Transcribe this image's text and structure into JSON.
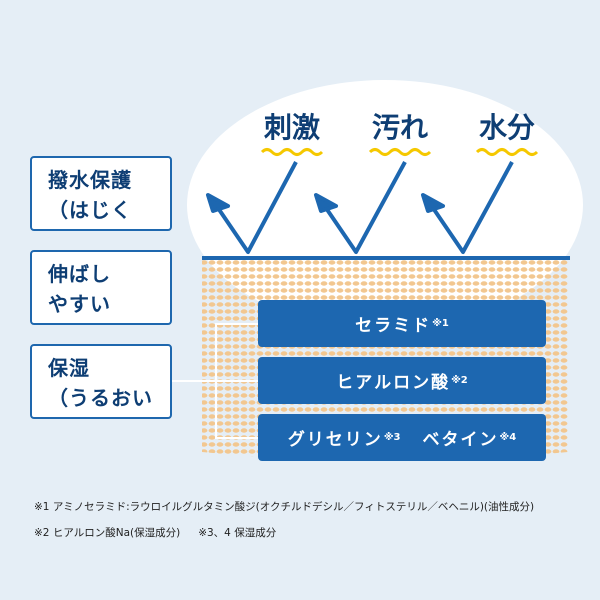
{
  "threats": [
    "刺激",
    "汚れ",
    "水分"
  ],
  "functions": [
    {
      "line1": "撥水保護",
      "line2": "（はじく"
    },
    {
      "line1": "伸ばし",
      "line2": "やすい"
    },
    {
      "line1": "保湿",
      "line2": "（うるおい"
    }
  ],
  "ingredients": [
    {
      "label": "セラミド",
      "note": "※1"
    },
    {
      "label": "ヒアルロン酸",
      "note": "※2"
    },
    {
      "label": "グリセリン",
      "note": "※3",
      "label2": "ベタイン",
      "note2": "※4"
    }
  ],
  "footnotes": {
    "line1": "※1 アミノセラミド:ラウロイルグルタミン酸ジ(オクチルドデシル／フィトステリル／ベヘニル)(油性成分)",
    "line2a": "※2 ヒアルロン酸Na(保湿成分)",
    "line2b": "※3、4 保湿成分"
  },
  "colors": {
    "background": "#e5eef6",
    "dark_blue": "#1d67b0",
    "text_navy": "#0e3e74",
    "wave_yellow": "#f5c800",
    "dot_orange": "#f2c790"
  }
}
